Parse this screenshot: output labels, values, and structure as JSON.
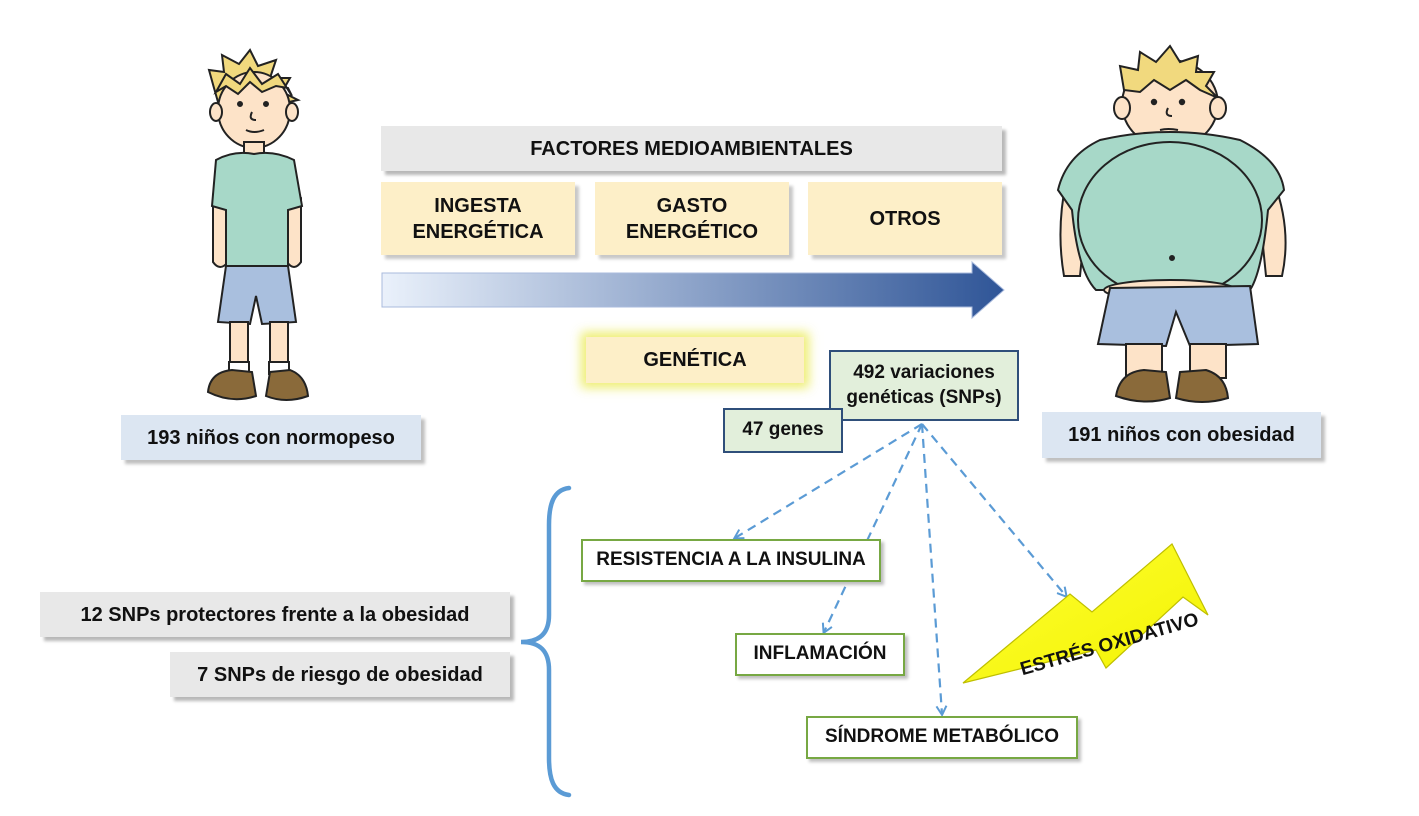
{
  "environment": {
    "title": "FACTORES MEDIOAMBIENTALES",
    "factors": [
      "INGESTA ENERGÉTICA",
      "GASTO ENERGÉTICO",
      "OTROS"
    ],
    "factor_lines": [
      [
        "INGESTA",
        "ENERGÉTICA"
      ],
      [
        "GASTO",
        "ENERGÉTICO"
      ],
      [
        "OTROS"
      ]
    ]
  },
  "genetics": {
    "label": "GENÉTICA",
    "variations_line1": "492 variaciones",
    "variations_line2": "genéticas (SNPs)",
    "genes": "47 genes"
  },
  "groups": {
    "normal": "193 niños con normopeso",
    "obese": "191 niños con obesidad"
  },
  "outcomes": {
    "insulin": "RESISTENCIA A LA INSULINA",
    "inflammation": "INFLAMACIÓN",
    "metabolic": "SÍNDROME METABÓLICO",
    "oxidative": "ESTRÉS OXIDATIVO"
  },
  "snps": {
    "protective": "12 SNPs protectores frente a la obesidad",
    "risk": "7 SNPs de riesgo de obesidad"
  },
  "colors": {
    "arrow_start": "#e6eefa",
    "arrow_end": "#2f5597",
    "dashed": "#5b9bd5",
    "bolt": "#ffff00",
    "outcome_border": "#77a843",
    "brace": "#5b9bd5"
  }
}
